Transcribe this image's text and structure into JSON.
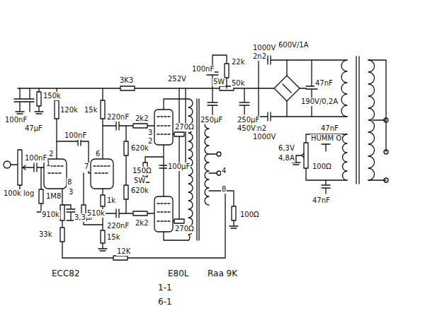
{
  "diagram": {
    "labels": [
      "100nF",
      "47µF",
      "150k",
      "120k",
      "3K3",
      "252V",
      "100nF",
      "22k",
      "50k",
      "5W",
      "600V/1A",
      "1000V",
      "2n2",
      "47nF",
      "190V/0,2A",
      "2n2",
      "1000V",
      "250µF",
      "250µF",
      "450V",
      "15k",
      "220nF",
      "2k2",
      "3",
      "2",
      "270Ω",
      "100nF",
      "620k",
      "150Ω",
      "5W",
      "100µF",
      "2",
      "6",
      "7",
      "1",
      "8",
      "3",
      "3,3µF",
      "1M8",
      "910k",
      "33k",
      "100k log",
      "100nF",
      "510k",
      "1k",
      "15k",
      "620k",
      "220nF",
      "2k2",
      "270Ω",
      "12K",
      "ECC82",
      "E80L",
      "Raa 9K",
      "1-1",
      "6-1",
      "4",
      "8",
      "100Ω",
      "6,3V",
      "4,8A",
      "47nF",
      "HUMM O",
      "100Ω",
      "47nF"
    ]
  }
}
